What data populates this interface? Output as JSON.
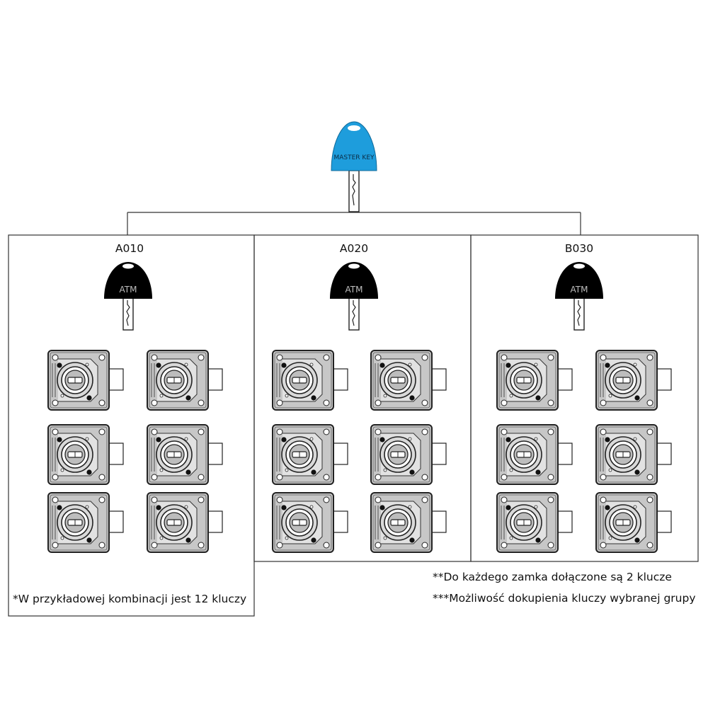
{
  "master_key": {
    "label": "MASTER KEY",
    "color": "#1e9ddc"
  },
  "groups": [
    {
      "code": "A010",
      "key_label": "ATM",
      "lock_count": 6
    },
    {
      "code": "A020",
      "key_label": "ATM",
      "lock_count": 6
    },
    {
      "code": "B030",
      "key_label": "ATM",
      "lock_count": 6
    }
  ],
  "notes": {
    "example_keys": "*W przykładowej kombinacji jest 12 kluczy",
    "keys_per_lock": "**Do każdego zamka dołączone są 2 klucze",
    "extra_keys": "***Możliwość dokupienia kluczy wybranej grupy"
  }
}
